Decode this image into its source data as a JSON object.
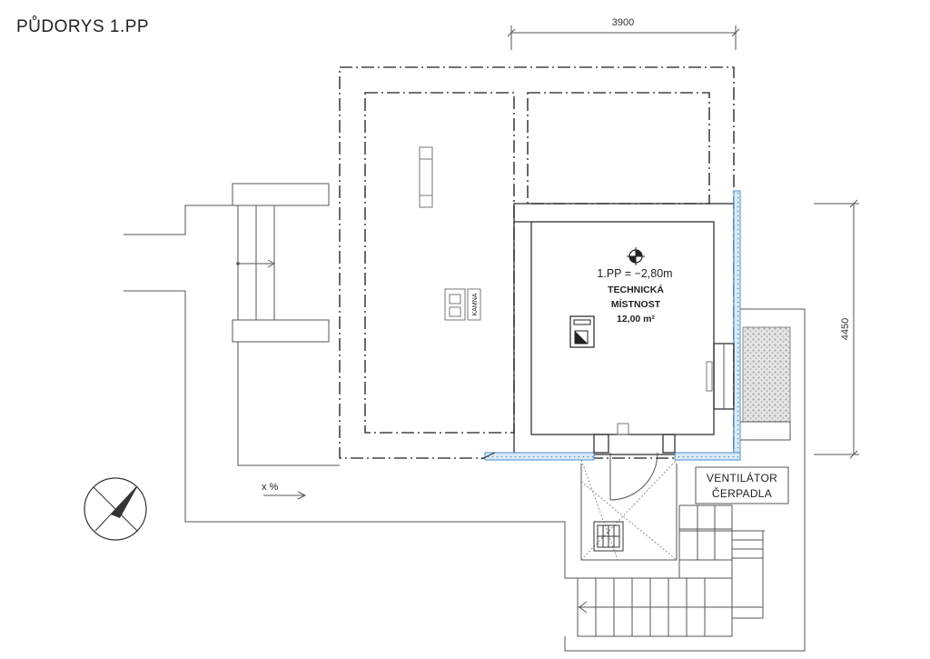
{
  "drawing": {
    "title": "PŮDORYS   1.PP",
    "dimension_top": "3900",
    "dimension_right": "4450",
    "slope_label": "x %",
    "stove_label": "KAMNA"
  },
  "room": {
    "level": "1.PP  = −2,80m",
    "name_line1": "TECHNICKÁ",
    "name_line2": "MÍSTNOST",
    "area": "12,00 m²"
  },
  "vent_box": {
    "line1": "VENTILÁTOR",
    "line2": "ČERPADLA"
  },
  "colors": {
    "insulation": "#4a8fd0",
    "insulation_fill": "#dce9f6",
    "gravel": "#d8d8d8"
  }
}
